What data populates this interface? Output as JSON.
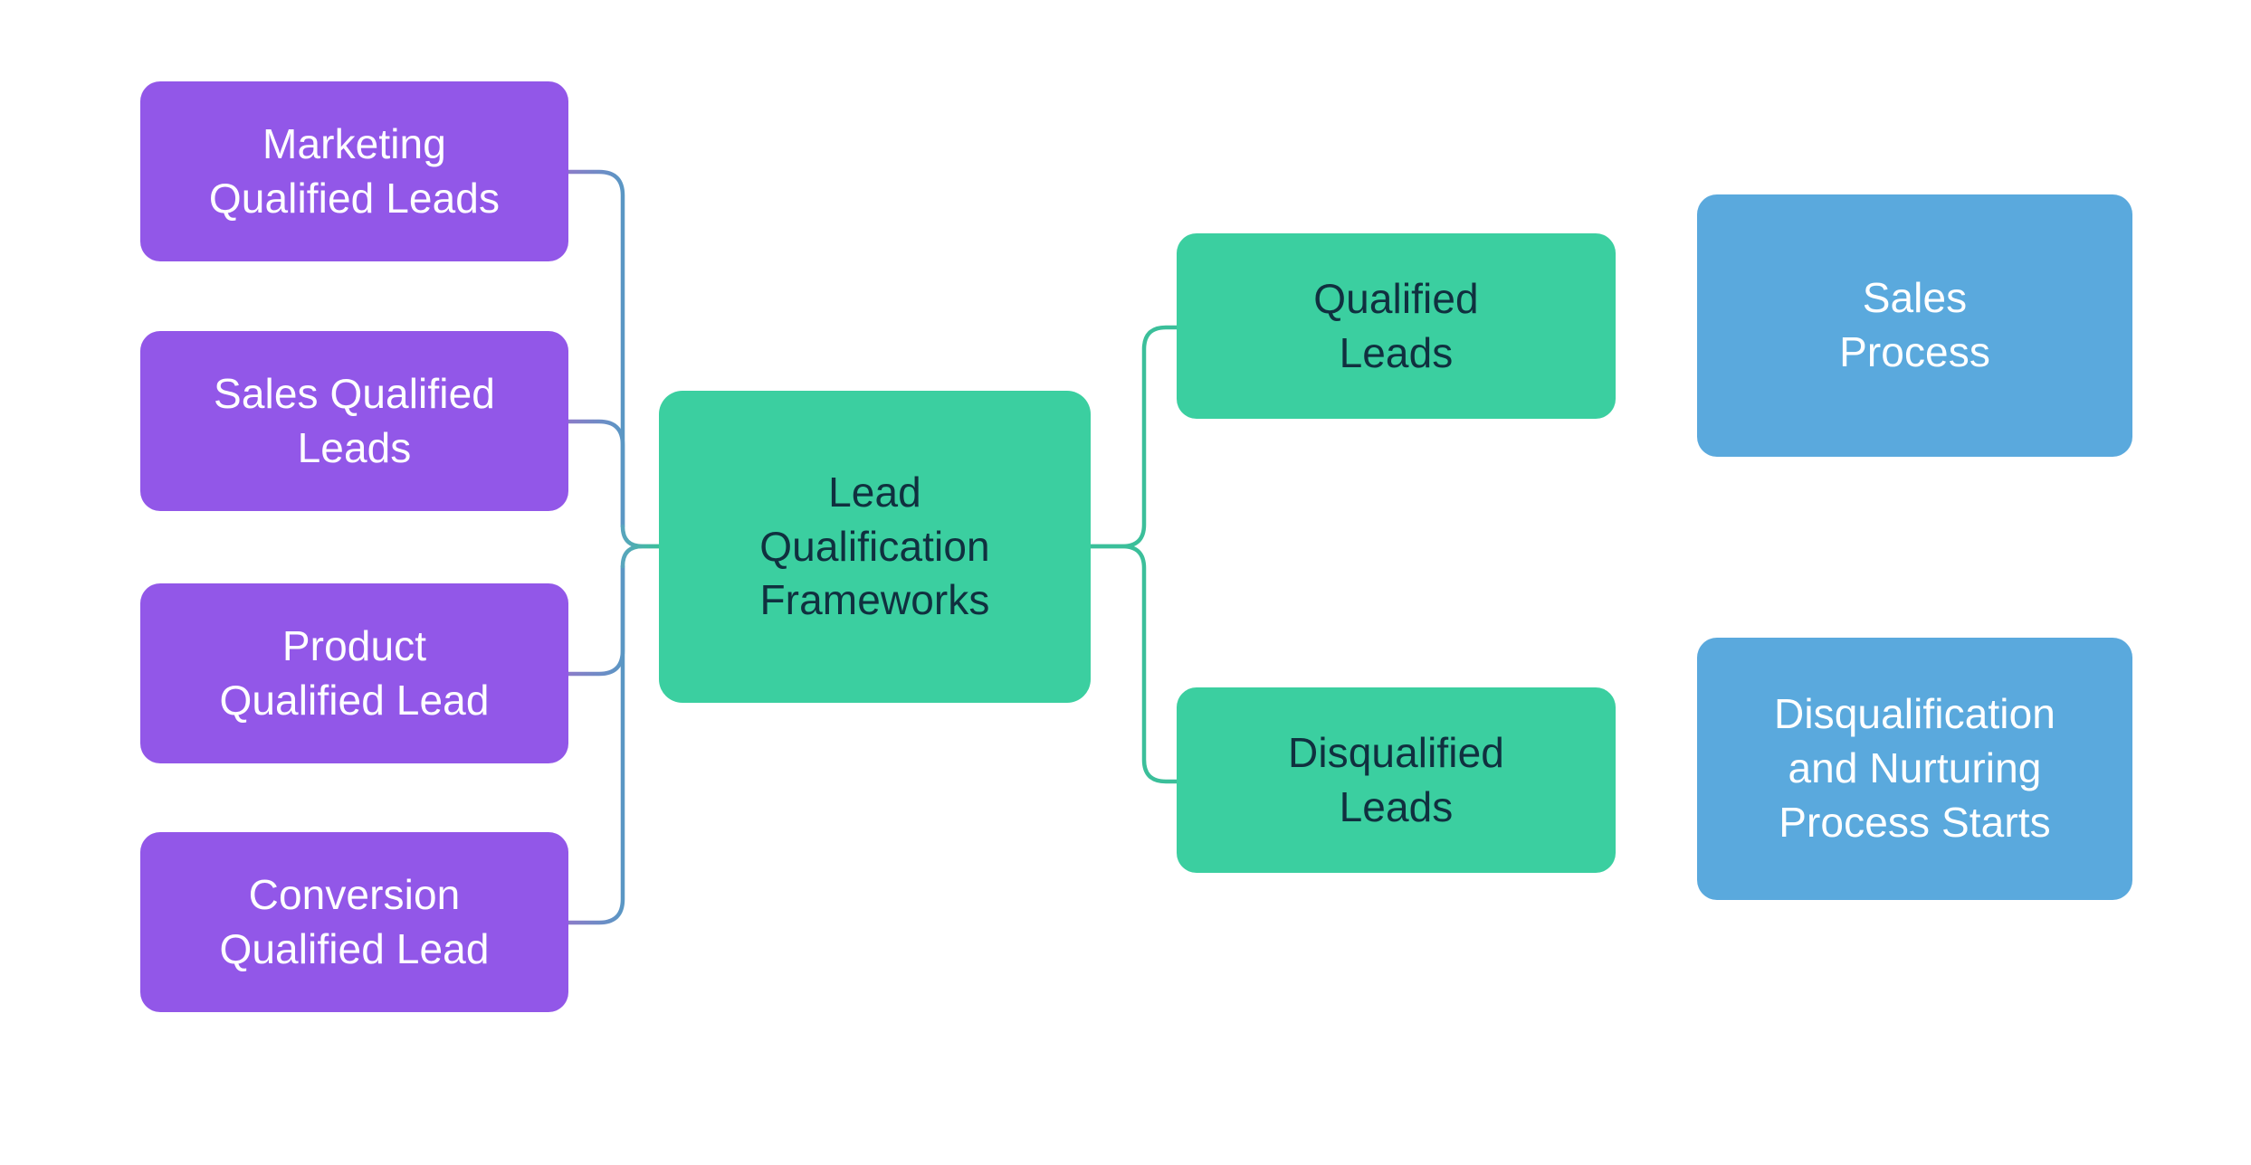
{
  "diagram": {
    "title": "Lead Qualification Frameworks",
    "background_color": "#ffffff",
    "colors": {
      "source_node": "#9257e8",
      "hub_node": "#3bcfa0",
      "outcome_node": "#3bcfa0",
      "terminal_node": "#5aa9dd",
      "source_text": "#ffffff",
      "hub_text": "#10303f",
      "terminal_text": "#ffffff",
      "edge_purple": "#8b7cc8",
      "edge_blue": "#5a97c4",
      "edge_teal": "#3bbf9a"
    },
    "sources": [
      {
        "id": "mql",
        "label": "Marketing\nQualified Leads"
      },
      {
        "id": "sql",
        "label": "Sales Qualified\nLeads"
      },
      {
        "id": "pql",
        "label": "Product\nQualified Lead"
      },
      {
        "id": "cql",
        "label": "Conversion\nQualified Lead"
      }
    ],
    "hub": {
      "id": "hub",
      "label": "Lead\nQualification\nFrameworks"
    },
    "outcomes": [
      {
        "id": "qualified",
        "label": "Qualified\nLeads"
      },
      {
        "id": "disqualified",
        "label": "Disqualified\nLeads"
      }
    ],
    "terminals": [
      {
        "id": "sales-process",
        "label": "Sales\nProcess"
      },
      {
        "id": "nurturing",
        "label": "Disqualification\nand Nurturing\nProcess Starts"
      }
    ],
    "edges": [
      {
        "from": "mql",
        "to": "hub",
        "style": "solid"
      },
      {
        "from": "sql",
        "to": "hub",
        "style": "solid"
      },
      {
        "from": "pql",
        "to": "hub",
        "style": "solid"
      },
      {
        "from": "cql",
        "to": "hub",
        "style": "solid"
      },
      {
        "from": "hub",
        "to": "qualified",
        "style": "solid"
      },
      {
        "from": "hub",
        "to": "disqualified",
        "style": "solid"
      },
      {
        "from": "qualified",
        "to": "sales-process",
        "style": "dotted"
      },
      {
        "from": "disqualified",
        "to": "nurturing",
        "style": "dotted"
      }
    ]
  }
}
